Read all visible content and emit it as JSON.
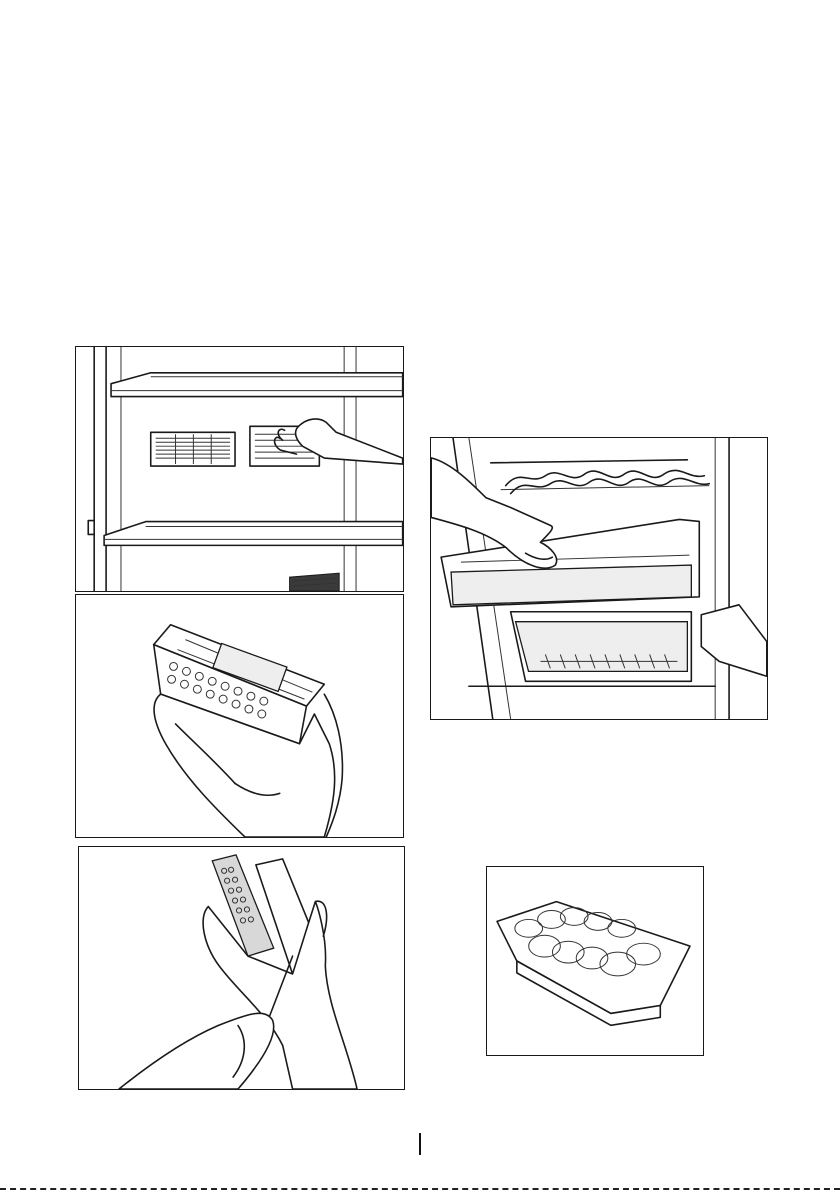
{
  "figures": [
    {
      "id": "fig-remove-odour-filter",
      "icon": "hand-removing-filter-illustration"
    },
    {
      "id": "fig-filter-housing",
      "icon": "filter-housing-in-hands-illustration"
    },
    {
      "id": "fig-replace-filter-insert",
      "icon": "filter-insert-replacement-illustration"
    },
    {
      "id": "fig-remove-crisper-tray",
      "icon": "crisper-drawer-removal-illustration"
    },
    {
      "id": "fig-egg-tray",
      "icon": "egg-tray-illustration"
    }
  ],
  "page_marker": "|"
}
